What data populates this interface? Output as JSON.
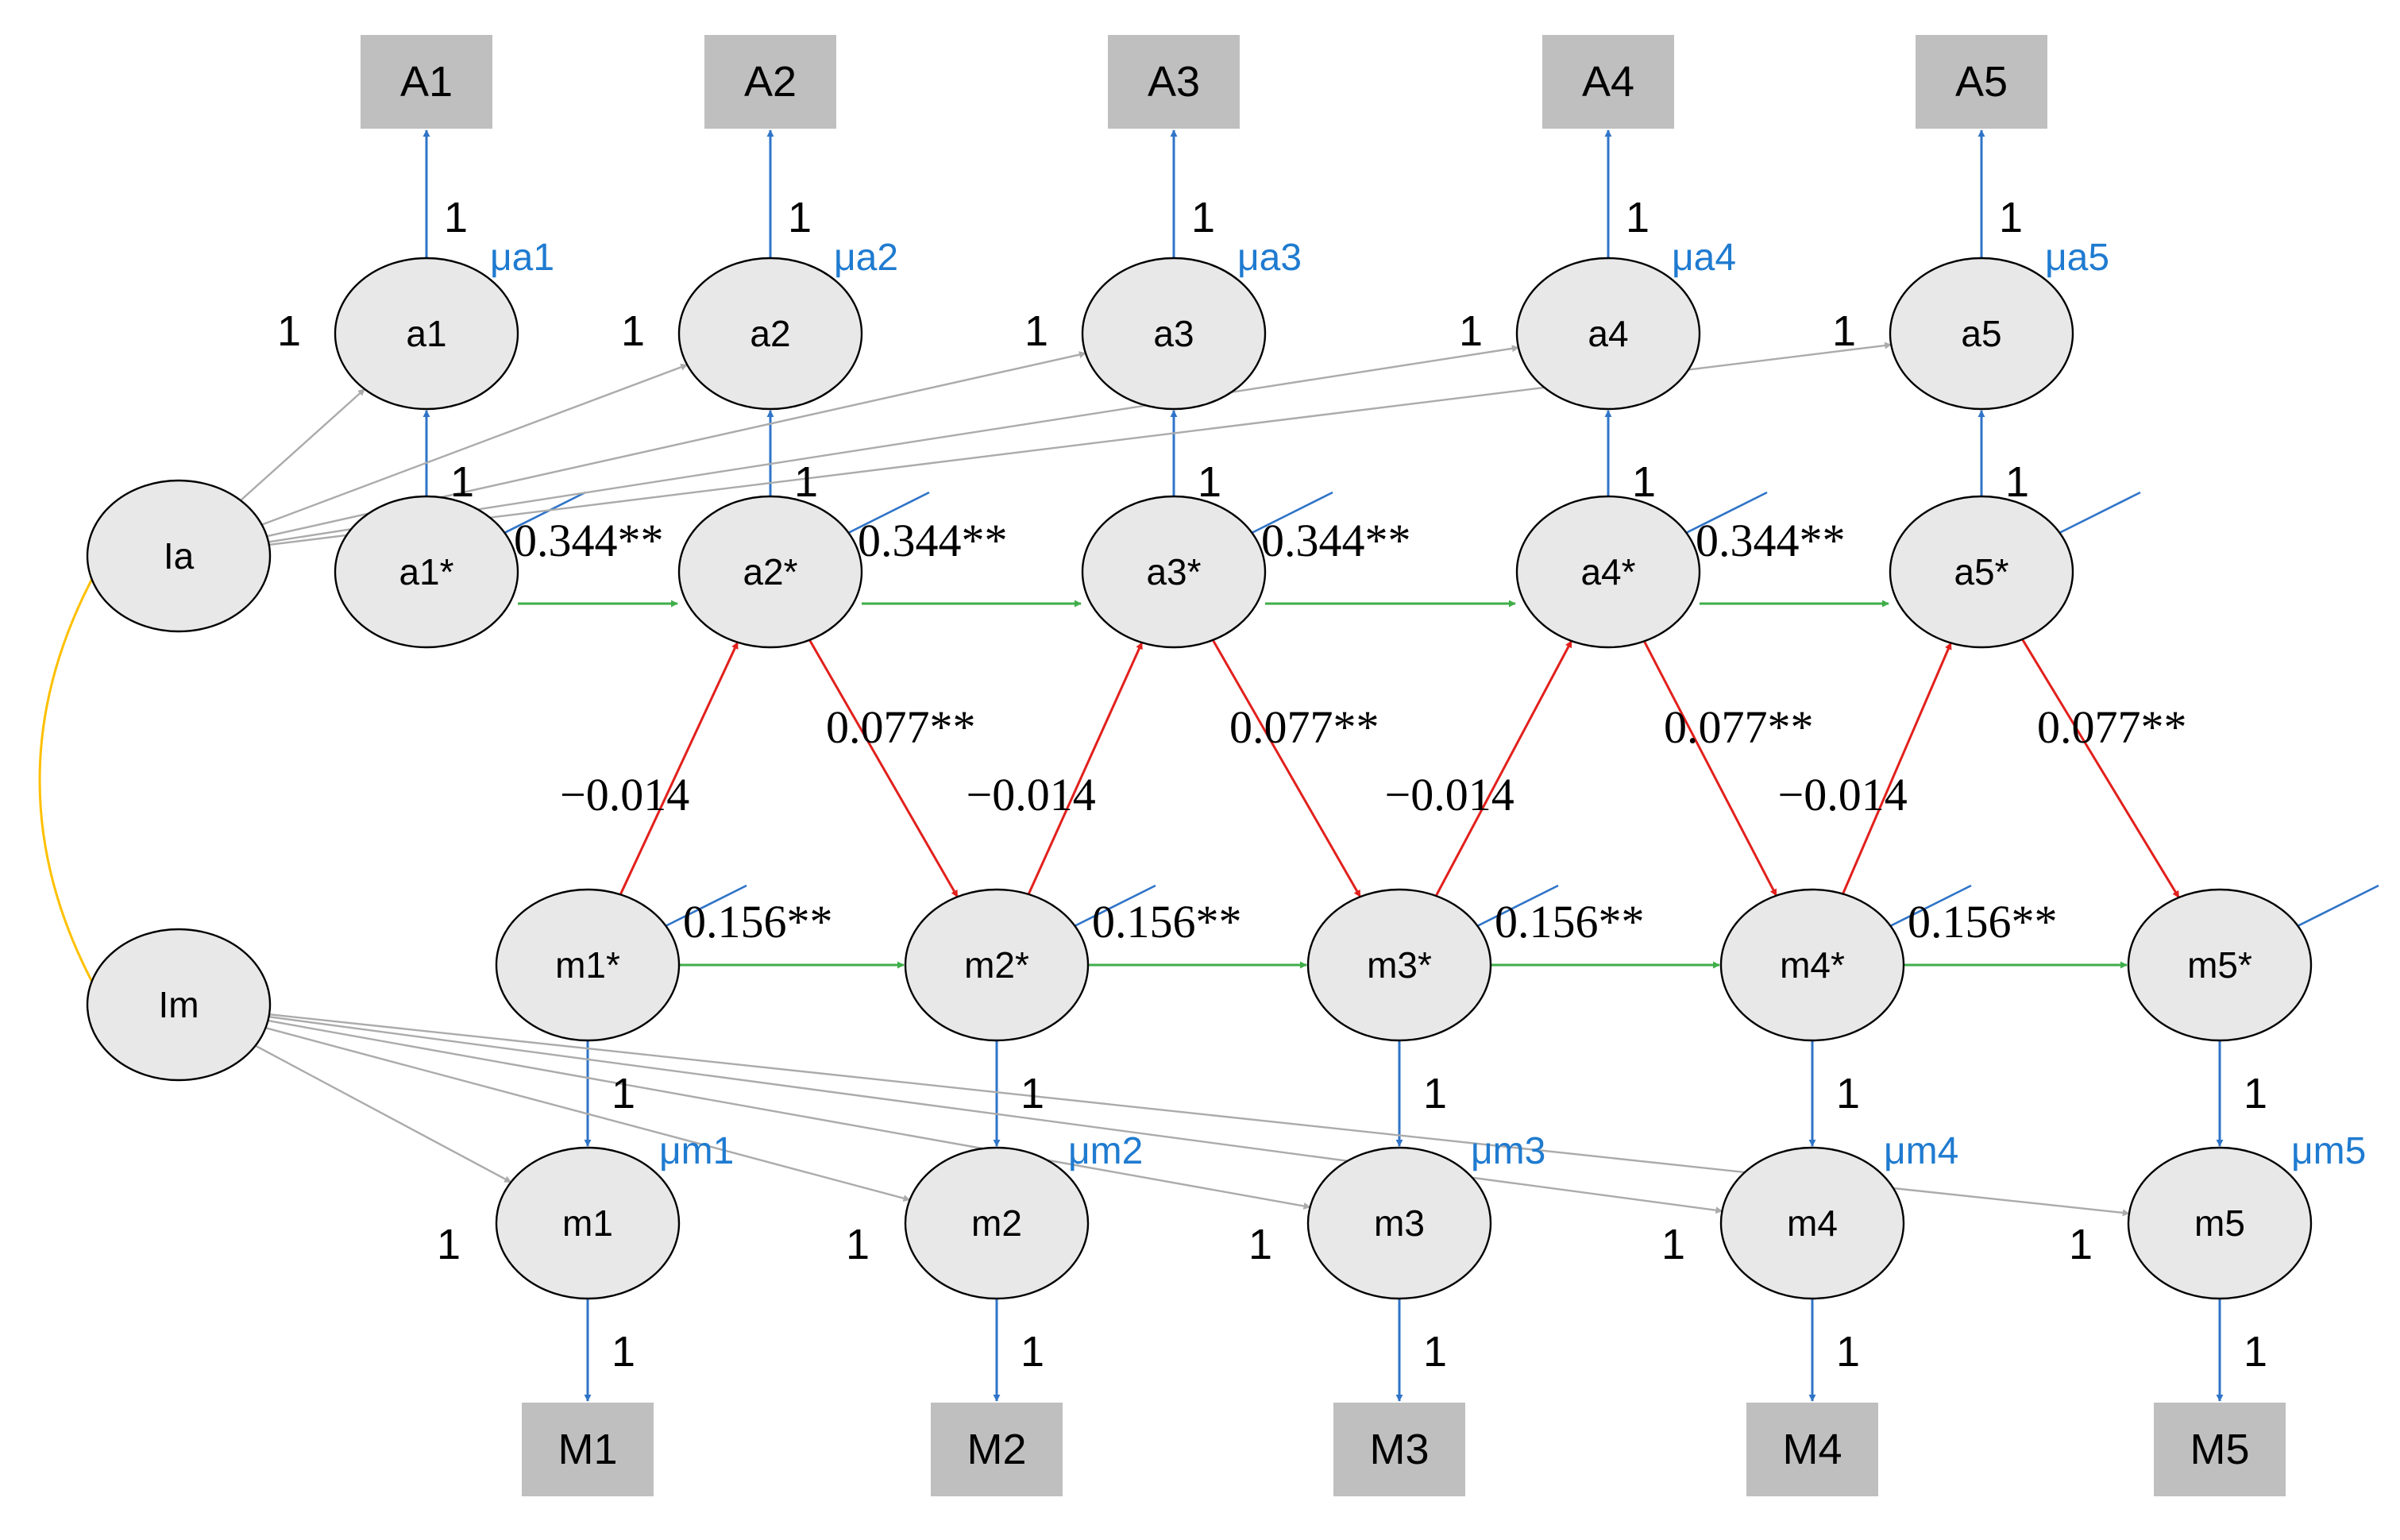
{
  "colors": {
    "blue": "#2f74c8",
    "gray": "#ababab",
    "green": "#3fae49",
    "red": "#e2201c",
    "orange": "#ffc000",
    "mu": "#1f7bd0"
  },
  "observed_a": [
    "A1",
    "A2",
    "A3",
    "A4",
    "A5"
  ],
  "observed_m": [
    "M1",
    "M2",
    "M3",
    "M4",
    "M5"
  ],
  "latent_a": [
    "a1",
    "a2",
    "a3",
    "a4",
    "a5"
  ],
  "latent_m": [
    "m1",
    "m2",
    "m3",
    "m4",
    "m5"
  ],
  "star_a": [
    "a1*",
    "a2*",
    "a3*",
    "a4*",
    "a5*"
  ],
  "star_m": [
    "m1*",
    "m2*",
    "m3*",
    "m4*",
    "m5*"
  ],
  "intercepts": {
    "a": "Ia",
    "m": "Im"
  },
  "mu_a": [
    "μa1",
    "μa2",
    "μa3",
    "μa4",
    "μa5"
  ],
  "mu_m": [
    "μm1",
    "μm2",
    "μm3",
    "μm4",
    "μm5"
  ],
  "coefficients": {
    "autoregressive_a": "0.344**",
    "autoregressive_m": "0.156**",
    "cross_a_to_m": "0.077**",
    "cross_m_to_a": "−0.014"
  },
  "loading": "1"
}
